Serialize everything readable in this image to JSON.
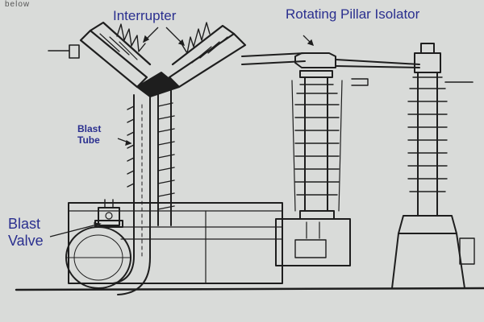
{
  "header_fragment": "below",
  "labels": {
    "interrupter": "Interrupter",
    "rotating_pillar_isolator": "Rotating Pillar Isolator",
    "blast_tube_line1": "Blast",
    "blast_tube_line2": "Tube",
    "blast_valve_line1": "Blast",
    "blast_valve_line2": "Valve"
  },
  "colors": {
    "background": "#d9dbd9",
    "line": "#1e1e1e",
    "label": "#2a2f8f"
  }
}
